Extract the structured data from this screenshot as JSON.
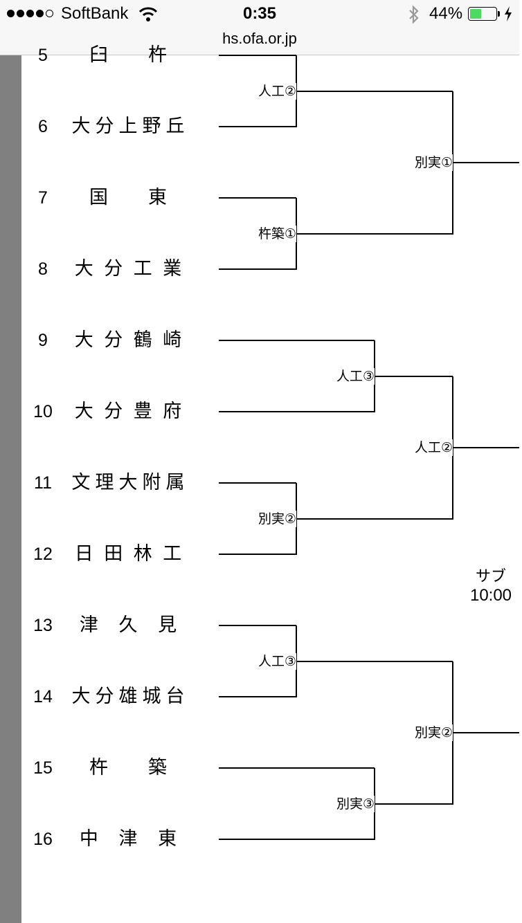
{
  "status_bar": {
    "carrier": "SoftBank",
    "time": "0:35",
    "battery_percent": "44%",
    "battery_level": 0.44,
    "battery_color": "#4cd964",
    "url": "hs.ofa.or.jp",
    "icons": [
      "signal-dots",
      "wifi-icon",
      "bluetooth-icon",
      "battery-icon",
      "charging-bolt-icon"
    ]
  },
  "bracket": {
    "teams": [
      {
        "num": "5",
        "name": "臼杵"
      },
      {
        "num": "6",
        "name": "大分上野丘"
      },
      {
        "num": "7",
        "name": "国東"
      },
      {
        "num": "8",
        "name": "大分工業"
      },
      {
        "num": "9",
        "name": "大分鶴崎"
      },
      {
        "num": "10",
        "name": "大分豊府"
      },
      {
        "num": "11",
        "name": "文理大附属"
      },
      {
        "num": "12",
        "name": "日田林工"
      },
      {
        "num": "13",
        "name": "津久見"
      },
      {
        "num": "14",
        "name": "大分雄城台"
      },
      {
        "num": "15",
        "name": "杵築"
      },
      {
        "num": "16",
        "name": "中津東"
      }
    ],
    "round1_venues": [
      "人工②",
      "杵築①",
      "人工③",
      "別実②",
      "人工③",
      "別実③"
    ],
    "round2_venues": [
      "別実①",
      "人工②",
      "別実②"
    ],
    "sub_label": "サブ",
    "sub_time": "10:00"
  }
}
